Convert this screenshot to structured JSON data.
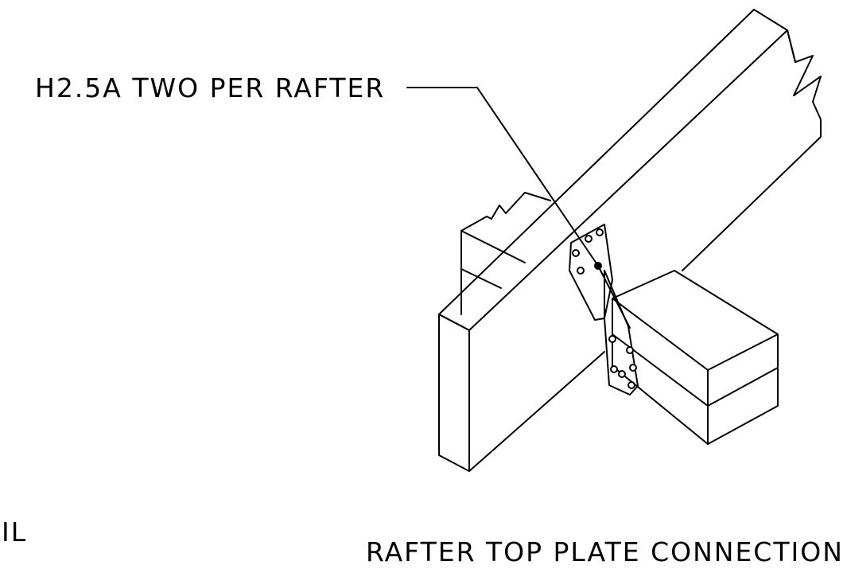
{
  "drawing": {
    "callout_text": "H2.5A TWO PER RAFTER",
    "title_text": "RAFTER TOP PLATE CONNECTION",
    "partial_left_text": "IL"
  },
  "colors": {
    "line": "#000000",
    "background": "#ffffff"
  }
}
